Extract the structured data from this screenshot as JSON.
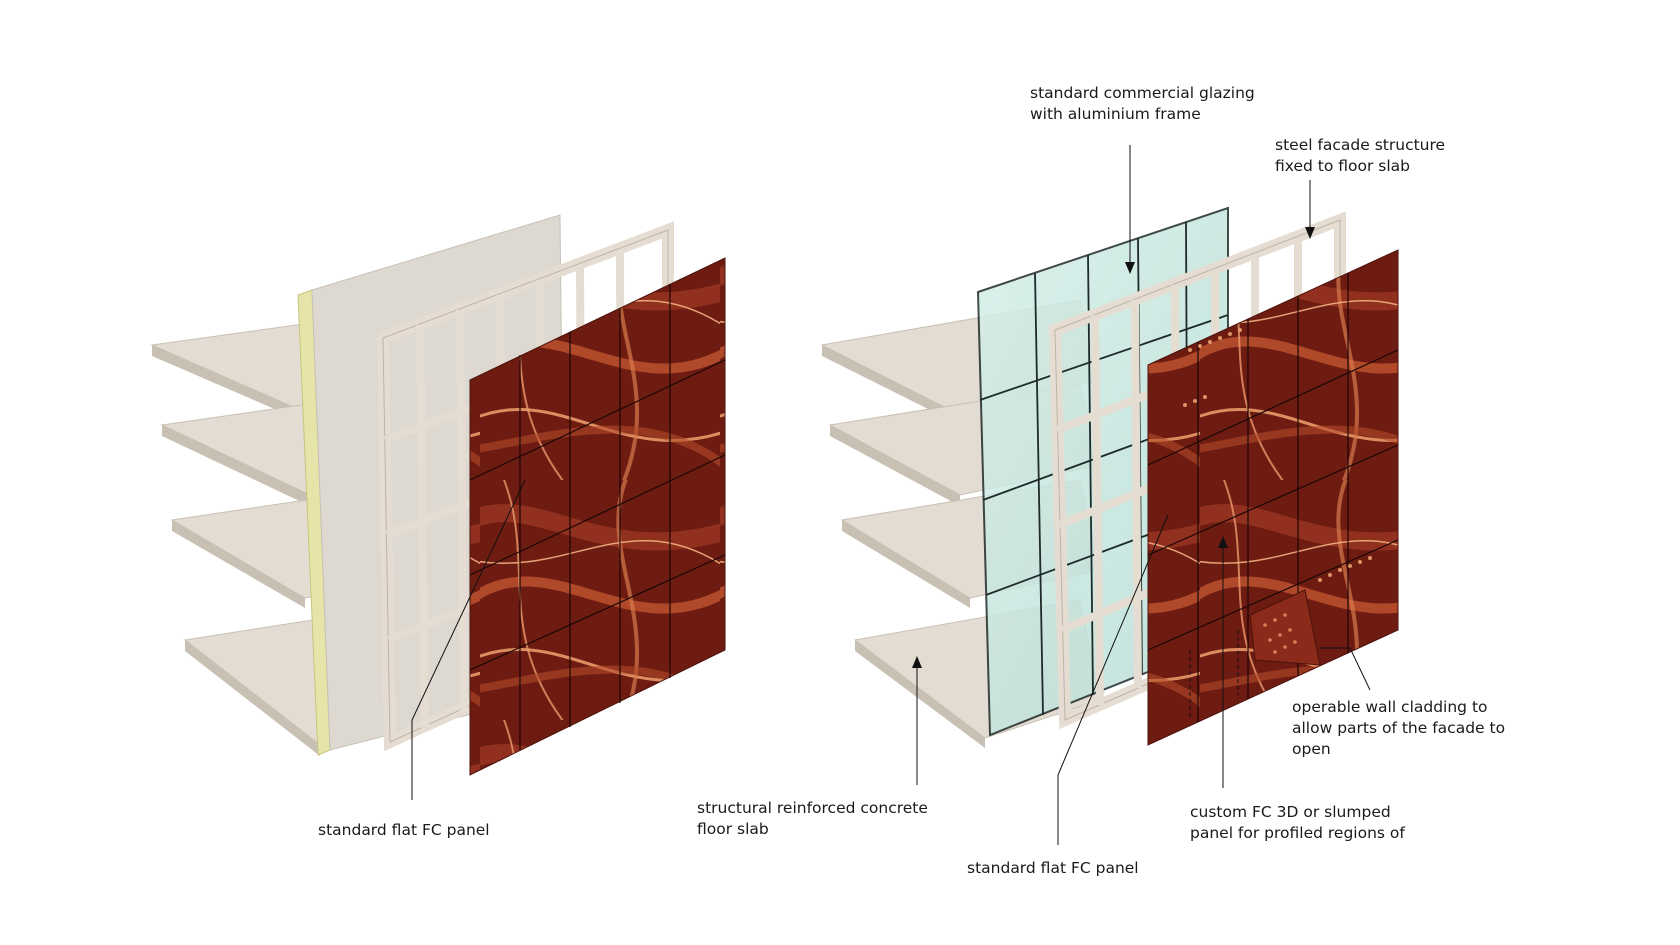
{
  "diagram": {
    "colors": {
      "slab": "#e3dcd2",
      "slab_edge": "#c9c0b4",
      "wall_face": "#ddd8d0",
      "insulation": "#e6e4a8",
      "frame": "#e6ddd2",
      "frame_edge": "#bfb3a5",
      "panel_dark": "#6e1c12",
      "panel_mid": "#9a3420",
      "panel_light": "#e89a6a",
      "glass": "#c8e6df",
      "glass_frame": "#1f2b2a",
      "leader": "#111111"
    },
    "labels": {
      "left_flat_panel": [
        "standard flat FC panel"
      ],
      "glazing": [
        "standard commercial glazing",
        "with aluminium frame"
      ],
      "steel_structure": [
        "steel facade structure",
        "fixed to floor slab"
      ],
      "concrete_slab": [
        "structural reinforced concrete",
        "floor slab"
      ],
      "right_flat_panel": [
        "standard flat FC panel"
      ],
      "custom_panel": [
        "custom FC 3D or slumped",
        "panel for profiled regions of"
      ],
      "operable_cladding": [
        "operable wall cladding to",
        "allow parts of the facade to",
        "open"
      ]
    }
  }
}
